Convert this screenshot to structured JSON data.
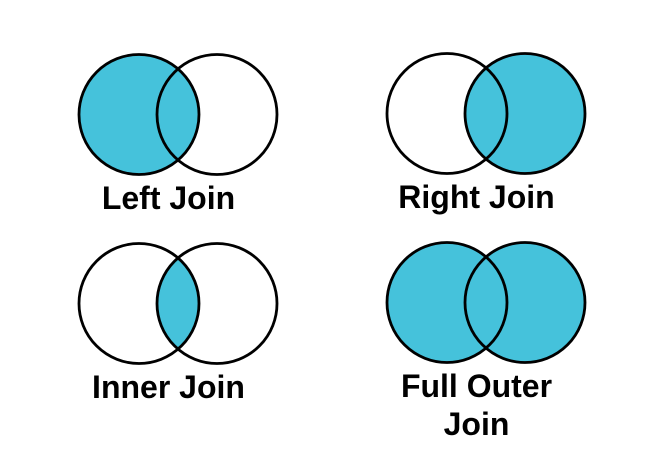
{
  "page": {
    "background": "#ffffff"
  },
  "colors": {
    "accent": "#45C2DB",
    "outline": "#000000",
    "label": "#000000"
  },
  "diagrams": [
    {
      "label": "Left Join",
      "fill": "left"
    },
    {
      "label": "Right Join",
      "fill": "right"
    },
    {
      "label": "Inner Join",
      "fill": "inner"
    },
    {
      "label": "Full Outer Join",
      "fill": "both"
    }
  ]
}
